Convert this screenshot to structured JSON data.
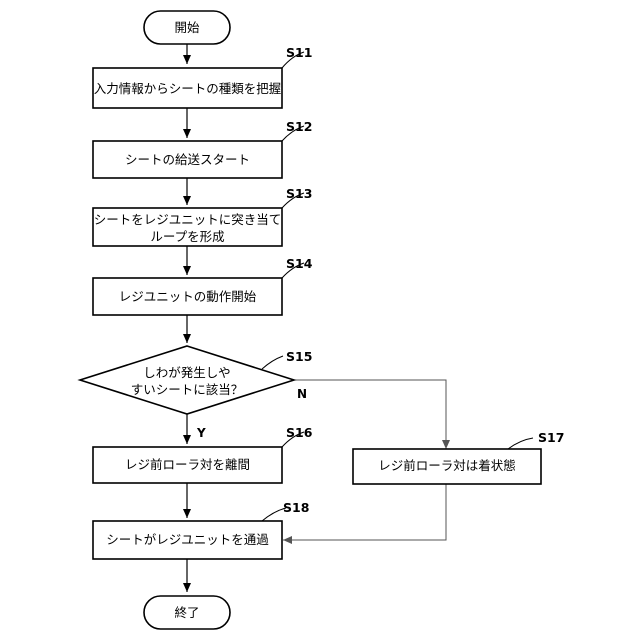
{
  "terminals": {
    "start": "開始",
    "end": "終了"
  },
  "steps": {
    "s11": {
      "id": "S11",
      "label": "入力情報からシートの種類を把握"
    },
    "s12": {
      "id": "S12",
      "label": "シートの給送スタート"
    },
    "s13": {
      "id": "S13",
      "line1": "シートをレジユニットに突き当て",
      "line2": "ループを形成"
    },
    "s14": {
      "id": "S14",
      "label": "レジユニットの動作開始"
    },
    "s15": {
      "id": "S15",
      "line1": "しわが発生しや",
      "line2": "すいシートに該当？"
    },
    "s16": {
      "id": "S16",
      "label": "レジ前ローラ対を離間"
    },
    "s17": {
      "id": "S17",
      "label": "レジ前ローラ対は着状態"
    },
    "s18": {
      "id": "S18",
      "label": "シートがレジユニットを通過"
    }
  },
  "branches": {
    "yes": "Y",
    "no": "N"
  }
}
